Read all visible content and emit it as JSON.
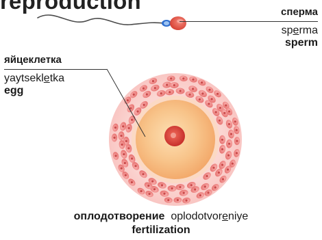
{
  "title": "reproduction",
  "sperm": {
    "ru": "сперма",
    "tr_pre": "sp",
    "tr_stress": "e",
    "tr_post": "rma",
    "en": "sperm"
  },
  "egg": {
    "ru": "яйцеклетка",
    "tr_pre": "yaytsekl",
    "tr_stress": "e",
    "tr_post": "tka",
    "en": "egg"
  },
  "fertilization": {
    "ru": "оплодотворение",
    "tr_pre": "oplodotvor",
    "tr_stress": "e",
    "tr_post": "niye",
    "en": "fertilization"
  },
  "colors": {
    "egg_core": "#f7b472",
    "egg_rim": "#f39a9a",
    "nucleus": "#e2453f",
    "sperm_head": "#e8503f",
    "sperm_mid": "#2f6fcf"
  }
}
